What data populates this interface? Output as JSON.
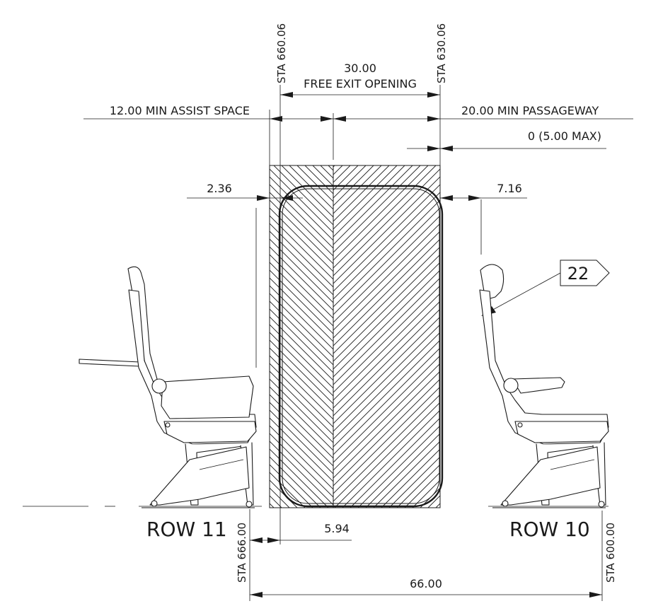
{
  "drawing": {
    "stations": {
      "sta_660": "STA 660.06",
      "sta_630": "STA 630.06",
      "sta_666": "STA 666.00",
      "sta_600": "STA 600.00"
    },
    "dimensions": {
      "free_exit_value": "30.00",
      "free_exit_label": "FREE EXIT OPENING",
      "assist_space": "12.00 MIN ASSIST SPACE",
      "passageway": "20.00 MIN PASSAGEWAY",
      "overlap": "0 (5.00 MAX)",
      "left_offset": "2.36",
      "right_offset": "7.16",
      "seat_offset": "5.94",
      "row_pitch": "66.00"
    },
    "rows": {
      "left": "ROW 11",
      "right": "ROW 10"
    },
    "callout": "22"
  }
}
